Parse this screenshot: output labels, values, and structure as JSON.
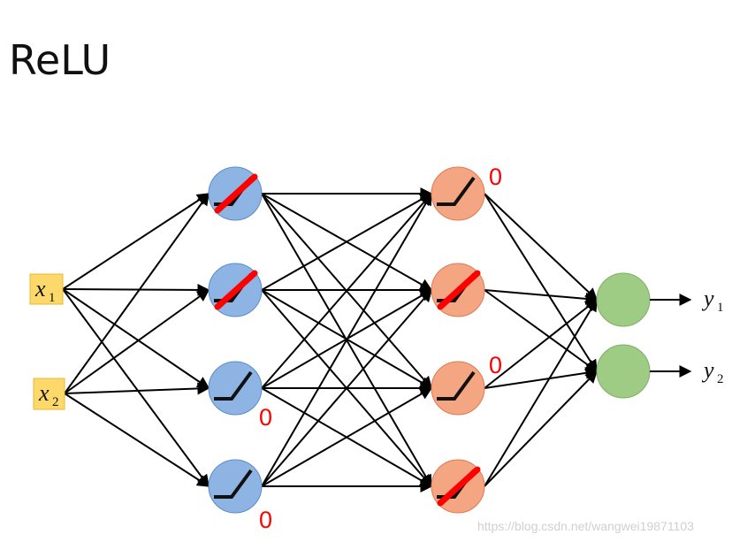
{
  "title": "ReLU",
  "inputs": [
    {
      "var": "x",
      "sub": "1"
    },
    {
      "var": "x",
      "sub": "2"
    }
  ],
  "outputs": [
    {
      "var": "y",
      "sub": "1"
    },
    {
      "var": "y",
      "sub": "2"
    }
  ],
  "layers": [
    {
      "color": "#8eb4e3",
      "stroke": "#5b8bc9",
      "disabled": [
        true,
        true,
        false,
        false
      ]
    },
    {
      "color": "#f4a582",
      "stroke": "#e07a54",
      "disabled": [
        false,
        true,
        false,
        true
      ]
    }
  ],
  "output_node_color": "#9fcc85",
  "input_box_color": "#fdd96b",
  "cross_color": "#ff0000",
  "zero_labels": [
    "0",
    "0",
    "0",
    "0"
  ],
  "watermark": "https://blog.csdn.net/wangwei19871103"
}
